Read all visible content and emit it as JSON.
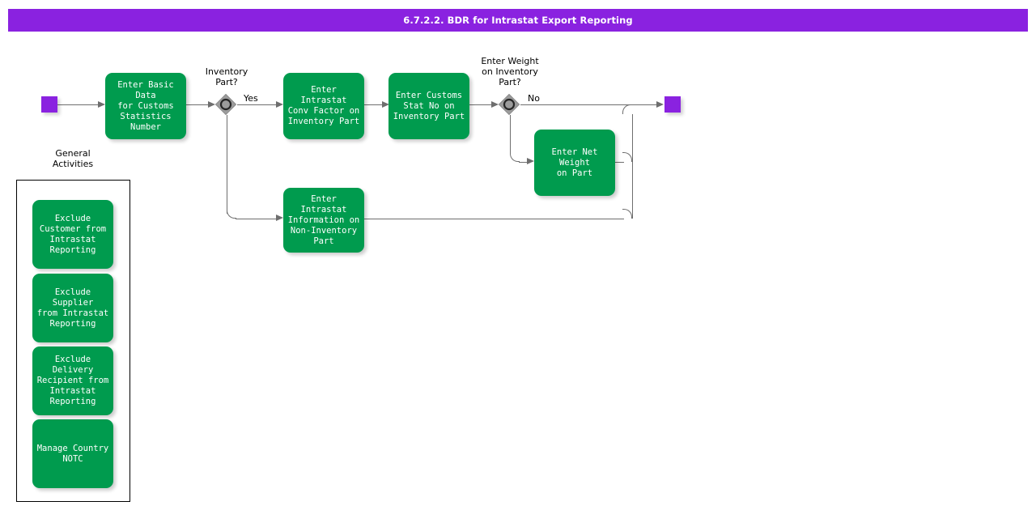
{
  "header": {
    "title": "6.7.2.2. BDR for Intrastat Export Reporting",
    "bar_color": "#8A22E0",
    "text_color": "#FFFFFF"
  },
  "theme": {
    "task_fill": "#009B4E",
    "task_text": "#FFFFFF",
    "event_fill": "#8A22E0",
    "gateway_fill": "#9C9C9C",
    "gateway_stroke": "#2B2B2B",
    "connector": "#6E6E6E",
    "frame_stroke": "#000000",
    "page_background": "#FFFFFF"
  },
  "flow": {
    "start_event": {
      "name": "start-event"
    },
    "end_event": {
      "name": "end-event"
    },
    "tasks": [
      {
        "id": "basic-data",
        "label": "Enter Basic Data\nfor Customs\nStatistics Number"
      },
      {
        "id": "conv-factor",
        "label": "Enter Intrastat\nConv Factor on\nInventory Part"
      },
      {
        "id": "customs-stat-no",
        "label": "Enter Customs\nStat No on\nInventory Part"
      },
      {
        "id": "net-weight",
        "label": "Enter Net Weight\non Part"
      },
      {
        "id": "non-inventory",
        "label": "Enter Intrastat\nInformation on\nNon-Inventory\nPart"
      }
    ],
    "gateways": [
      {
        "id": "inventory-part",
        "caption": "Inventory\nPart?"
      },
      {
        "id": "weight-on-inventory",
        "caption": "Enter Weight\non Inventory\nPart?"
      }
    ],
    "edge_labels": {
      "yes": "Yes",
      "no": "No"
    }
  },
  "general_activities": {
    "caption": "General\nActivities",
    "items": [
      {
        "id": "exclude-customer",
        "label": "Exclude\nCustomer from\nIntrastat\nReporting"
      },
      {
        "id": "exclude-supplier",
        "label": "Exclude Supplier\nfrom Intrastat\nReporting"
      },
      {
        "id": "exclude-delivery",
        "label": "Exclude Delivery\nRecipient from\nIntrastat\nReporting"
      },
      {
        "id": "manage-country",
        "label": "Manage Country\nNOTC"
      }
    ]
  }
}
